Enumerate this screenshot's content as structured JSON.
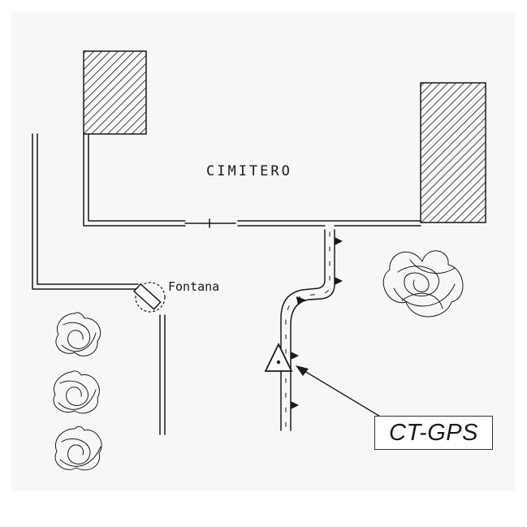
{
  "map": {
    "cemetery_label": "CIMITERO",
    "fountain_label": "Fontana",
    "marker_label": "CT-GPS"
  },
  "colors": {
    "paper": "#f7f7f5",
    "ink": "#1a1a1a"
  },
  "icons": {
    "marker": "triangle-icon",
    "trees": "tree-icon"
  }
}
